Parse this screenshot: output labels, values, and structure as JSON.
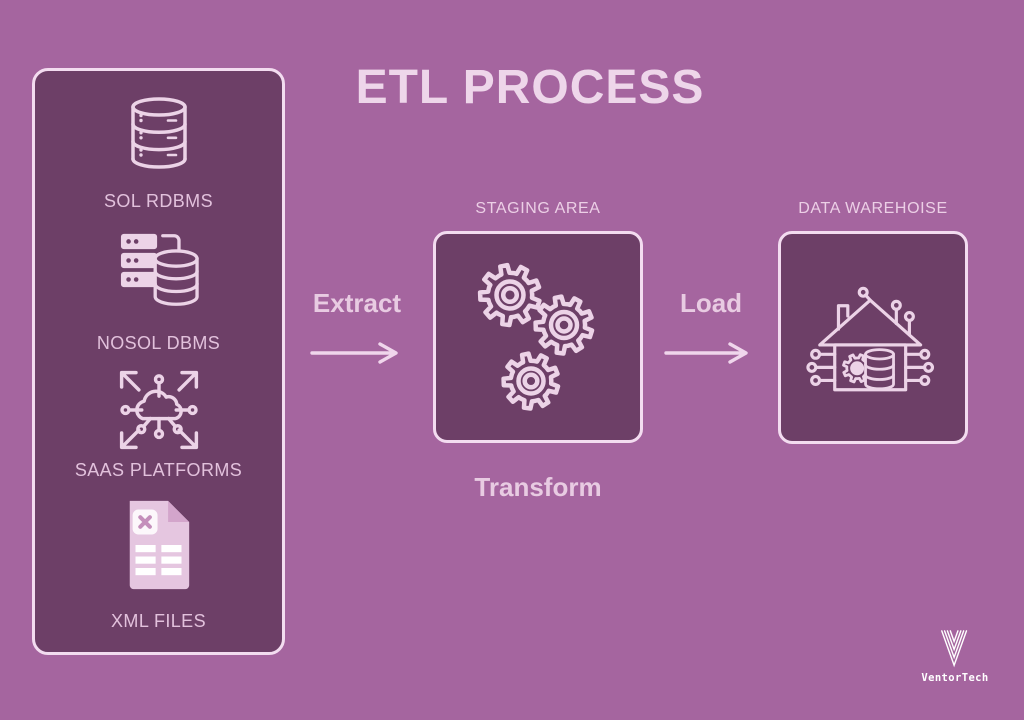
{
  "title": "ETL PROCESS",
  "colors": {
    "background": "#a5659f",
    "panel": "#6d3f67",
    "panel_border": "#f3dcf0",
    "title_text": "#eed6ea",
    "item_label": "#e2c1dc",
    "stage_label": "#eccfe6",
    "flow_label": "#e8cbe2",
    "arrow": "#f0d6ec",
    "icon_stroke": "#ecd3e7",
    "xml_body": "#e5c6e0",
    "xml_fold": "#d3a5cb",
    "xml_detail": "#ffffff",
    "xml_letter": "#c48fbb",
    "logo": "#ffffff"
  },
  "sources": {
    "items": [
      {
        "label": "SOL RDBMS",
        "icon": "database-icon"
      },
      {
        "label": "NOSOL DBMS",
        "icon": "server-database-icon"
      },
      {
        "label": "SAAS PLATFORMS",
        "icon": "cloud-network-icon"
      },
      {
        "label": "XML FILES",
        "icon": "xml-file-icon"
      }
    ]
  },
  "flow": {
    "extract": "Extract",
    "transform": "Transform",
    "load": "Load"
  },
  "stages": {
    "staging": {
      "label": "STAGING AREA",
      "icon": "gears-icon"
    },
    "warehouse": {
      "label": "DATA WAREHOISE",
      "icon": "smart-warehouse-icon"
    }
  },
  "logo": {
    "text": "VentorTech",
    "icon": "ventortech-v-icon"
  }
}
